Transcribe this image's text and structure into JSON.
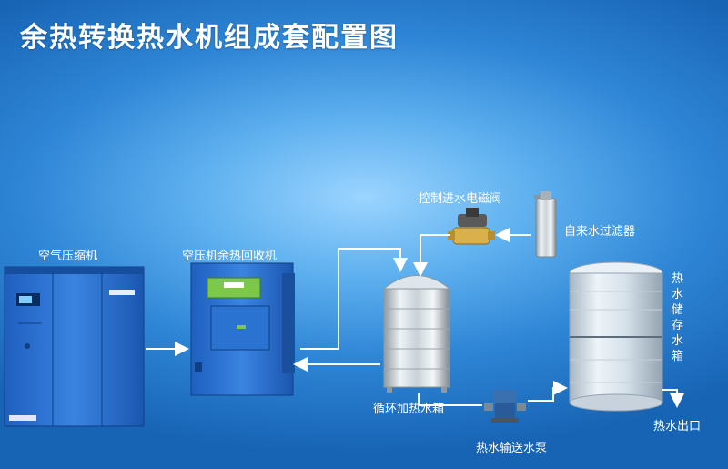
{
  "title": "余热转换热水机组成套配置图",
  "labels": {
    "air_compressor": "空气压缩机",
    "heat_recovery": "空压机余热回收机",
    "solenoid_valve": "控制进水电磁阀",
    "water_filter": "自来水过滤器",
    "circulating_tank": "循环加热水箱",
    "transfer_pump": "热水输送水泵",
    "storage_tank": "热水储存水箱",
    "hot_water_outlet": "热水出口"
  },
  "colors": {
    "background_center": "#9bd4ff",
    "background_edge": "#1763b4",
    "pipe_line": "#ffffff",
    "compressor_body": "#2a6fd4",
    "recovery_body": "#2f6cc8",
    "recovery_screen": "#7cc84a",
    "tank_steel": "#c9d2d8"
  },
  "icons": [
    "air-compressor-icon",
    "heat-recovery-unit-icon",
    "solenoid-valve-icon",
    "water-filter-icon",
    "circulating-tank-icon",
    "pump-icon",
    "storage-tank-icon"
  ]
}
